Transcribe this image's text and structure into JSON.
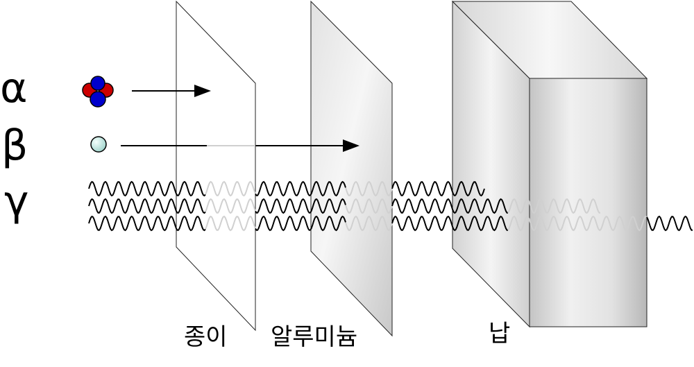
{
  "radiation": {
    "alpha": {
      "symbol": "α"
    },
    "beta": {
      "symbol": "β"
    },
    "gamma": {
      "symbol": "γ"
    }
  },
  "barriers": [
    {
      "label": "종이"
    },
    {
      "label": "알루미늄"
    },
    {
      "label": "납"
    }
  ],
  "colors": {
    "proton": "#cc0000",
    "neutron": "#0000cc",
    "electron": "#bfe6e0",
    "line": "#000000",
    "faded_line": "#d0d0d0"
  }
}
